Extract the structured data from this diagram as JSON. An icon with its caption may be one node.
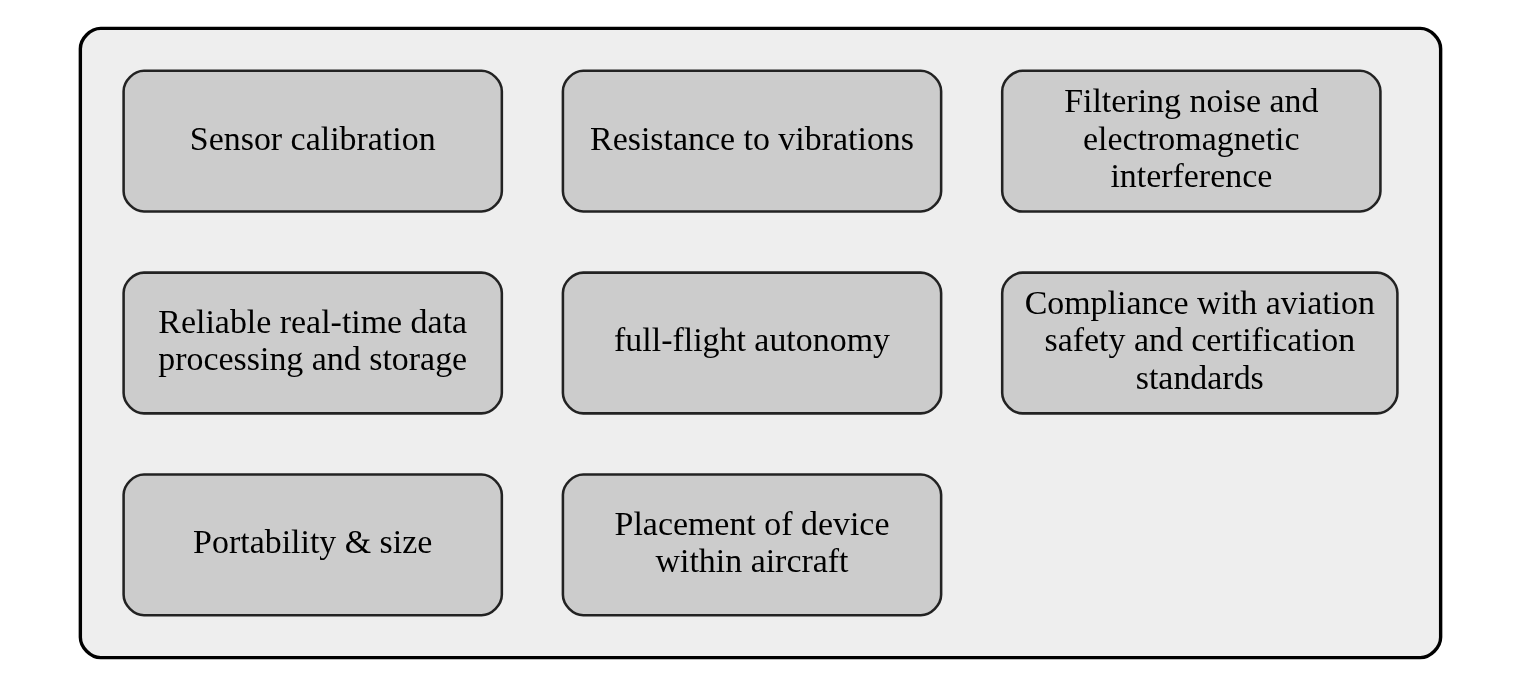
{
  "diagram": {
    "nodes": [
      {
        "text": [],
        "shape": "box"
      },
      {
        "text": [
          "Sensor calibration"
        ],
        "in": 0
      },
      {
        "text": [
          "Resistance to vibrations"
        ],
        "in": 0
      },
      {
        "text": [
          "Filtering noise and electromagnetic interference"
        ],
        "in": 0
      },
      {
        "text": [
          "Reliable real-time data processing and storage"
        ],
        "in": 0
      },
      {
        "text": [
          "full‑flight autonomy"
        ],
        "in": 0
      },
      {
        "text": [
          "Compliance with aviation safety and certification standards"
        ],
        "in": 0
      },
      {
        "text": [
          "Portability & size"
        ],
        "in": 0
      },
      {
        "text": [
          "Placement of device within aircraft"
        ],
        "in": 0
      }
    ],
    "edges": []
  }
}
